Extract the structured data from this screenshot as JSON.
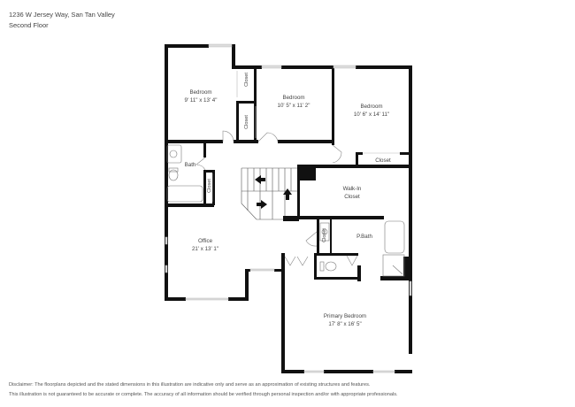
{
  "header": {
    "address": "1236 W Jersey Way, San Tan Valley",
    "floor": "Second Floor"
  },
  "rooms": [
    {
      "name": "Bedroom",
      "dims": "9' 11\" x 13' 4\""
    },
    {
      "name": "Bedroom",
      "dims": "10' 5\" x 11' 2\""
    },
    {
      "name": "Bedroom",
      "dims": "10' 6\" x 14' 11\""
    },
    {
      "name": "Bath"
    },
    {
      "name": "Walk-In",
      "name2": "Closet"
    },
    {
      "name": "Office",
      "dims": "21' x 13' 1\""
    },
    {
      "name": "P.Bath"
    },
    {
      "name": "Primary Bedroom",
      "dims": "17' 8\" x 16' 5\""
    }
  ],
  "closets": {
    "label": "Closet"
  },
  "disclaimer": {
    "line1": "Disclaimer: The floorplans depicted and the stated dimensions in this illustration are indicative only and serve as an approximation of existing structures and features.",
    "line2": "This illustration is not guaranteed to be accurate or complete. The accuracy of all information should be verified through personal inspection and/or with appropriate professionals."
  },
  "colors": {
    "wall": "#111111",
    "window": "#cfcfcf",
    "background": "#ffffff"
  }
}
